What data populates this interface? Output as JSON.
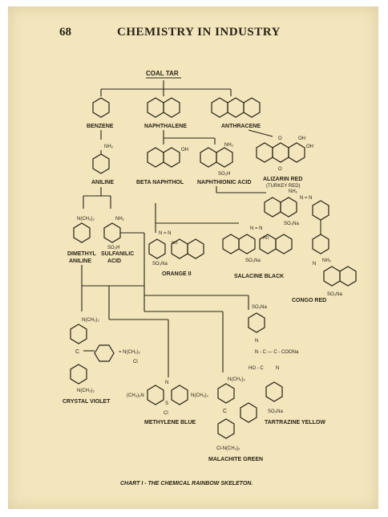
{
  "header": {
    "page_number": "68",
    "title": "CHEMISTRY IN INDUSTRY"
  },
  "chart": {
    "root": "COAL TAR",
    "compounds": {
      "benzene": "BENZENE",
      "naphthalene": "NAPHTHALENE",
      "anthracene": "ANTHRACENE",
      "aniline": "ANILINE",
      "beta_naphthol": "BETA NAPHTHOL",
      "naphthionic_acid": "NAPHTHIONIC ACID",
      "alizarin_red": "ALIZARIN RED",
      "alizarin_note": "(TURKEY RED)",
      "dimethyl_aniline_1": "DIMETHYL",
      "dimethyl_aniline_2": "ANILINE",
      "sulfanilic_1": "SULFANILIC",
      "sulfanilic_2": "ACID",
      "orange": "ORANGE II",
      "salacine": "SALACINE BLACK",
      "congo": "CONGO RED",
      "crystal_violet": "CRYSTAL VIOLET",
      "methylene_blue": "METHYLENE BLUE",
      "malachite_green": "MALACHITE GREEN",
      "tartrazine": "TARTRAZINE YELLOW"
    },
    "groups": {
      "nh2": "NH₂",
      "oh": "OH",
      "o": "O",
      "so3h": "SO₃H",
      "so3na": "SO₃Na",
      "n_ch3_2": "N(CH₃)₂",
      "nn": "N = N",
      "ho": "HO",
      "cl": "Cl",
      "cl_n": "Cl-N(CH₃)₂",
      "s": "S",
      "c": "C",
      "ch3n": "(CH₃)₂N",
      "n": "N",
      "coona": "N - C — C - COONa",
      "hoc": "HO - C",
      "eqn": "= N(CH₃)₂"
    },
    "caption": "CHART I - THE CHEMICAL RAINBOW SKELETON."
  }
}
